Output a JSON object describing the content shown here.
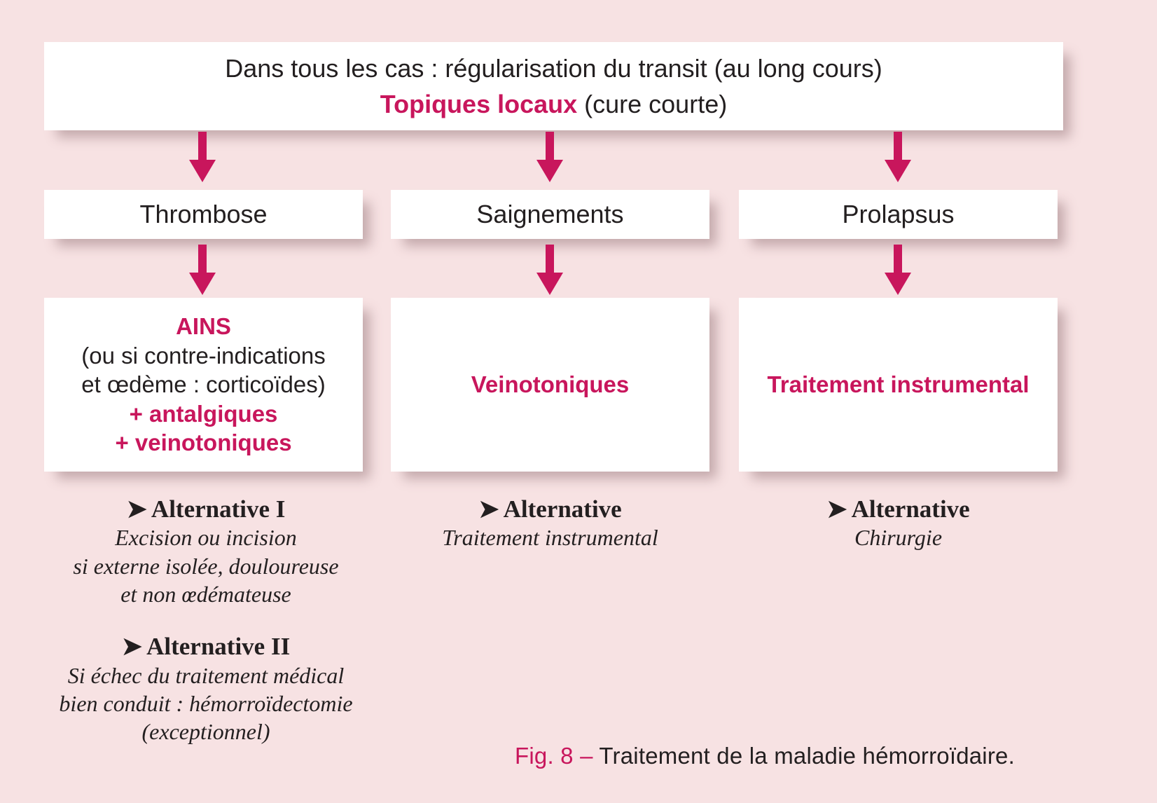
{
  "figure": {
    "background_color": "#f7e2e3",
    "accent_color": "#c8165c",
    "text_color": "#231f20"
  },
  "header": {
    "line1": "Dans tous les cas : régularisation du transit (au long cours)",
    "line2_accent": "Topiques locaux",
    "line2_rest": " (cure courte)"
  },
  "categories": [
    {
      "label": "Thrombose"
    },
    {
      "label": "Saignements"
    },
    {
      "label": "Prolapsus"
    }
  ],
  "treatments": {
    "left": {
      "line1_accent": "AINS",
      "line2": "(ou si contre-indications",
      "line3": "et œdème : corticoïdes)",
      "line4_accent": "+ antalgiques",
      "line5_accent": "+ veinotoniques"
    },
    "middle": {
      "label_accent": "Veinotoniques"
    },
    "right": {
      "label_accent": "Traitement instrumental"
    }
  },
  "alternatives": {
    "left": {
      "bullet": "➤",
      "title1": "Alternative I",
      "body1_line1": "Excision ou incision",
      "body1_line2": "si externe isolée, douloureuse",
      "body1_line3": "et non œdémateuse",
      "title2": "Alternative II",
      "body2_line1": "Si échec du traitement médical",
      "body2_line2": "bien conduit : hémorroïdectomie",
      "body2_line3": "(exceptionnel)"
    },
    "middle": {
      "bullet": "➤",
      "title": "Alternative",
      "body": "Traitement instrumental"
    },
    "right": {
      "bullet": "➤",
      "title": "Alternative",
      "body": "Chirurgie"
    }
  },
  "caption": {
    "fig_label": "Fig. 8 –",
    "text": " Traitement de la maladie hémorroïdaire."
  },
  "icons": {
    "down_arrow": "down-arrow-icon"
  }
}
